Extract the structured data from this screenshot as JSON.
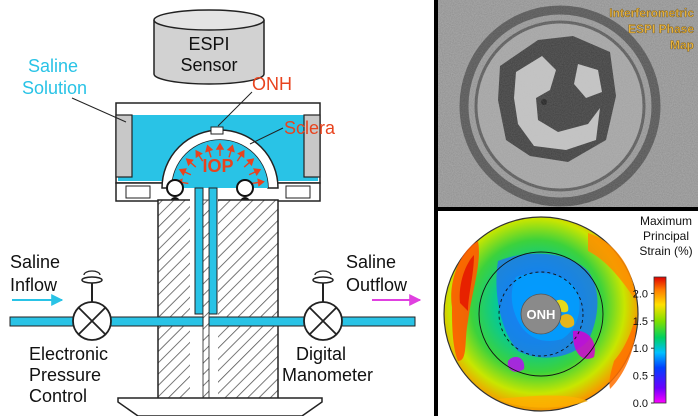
{
  "apparatus": {
    "sensor_label_line1": "ESPI",
    "sensor_label_line2": "Sensor",
    "saline_solution_line1": "Saline",
    "saline_solution_line2": "Solution",
    "onh_label": "ONH",
    "sclera_label": "Sclera",
    "iop_label": "IOP",
    "inflow_line1": "Saline",
    "inflow_line2": "Inflow",
    "outflow_line1": "Saline",
    "outflow_line2": "Outflow",
    "pressure_control_line1": "Electronic",
    "pressure_control_line2": "Pressure",
    "pressure_control_line3": "Control",
    "manometer_line1": "Digital",
    "manometer_line2": "Manometer",
    "colors": {
      "saline": "#29c3e6",
      "red_label": "#e8431e",
      "metal": "#c8c8c8"
    }
  },
  "phase_map": {
    "title_line1": "Interferometric",
    "title_line2": "ESPI Phase",
    "title_line3": "Map",
    "title_color": "#e8b33a"
  },
  "strain_map": {
    "colorbar_title_line1": "Maximum",
    "colorbar_title_line2": "Principal",
    "colorbar_title_line3": "Strain (%)",
    "colorbar_ticks": [
      "2.0",
      "1.5",
      "1.0",
      "0.5",
      "0.0"
    ],
    "colorbar_tick_values": [
      2.0,
      1.5,
      1.0,
      0.5,
      0.0
    ],
    "colorbar_range": [
      0.0,
      2.3
    ],
    "center_label": "ONH"
  }
}
